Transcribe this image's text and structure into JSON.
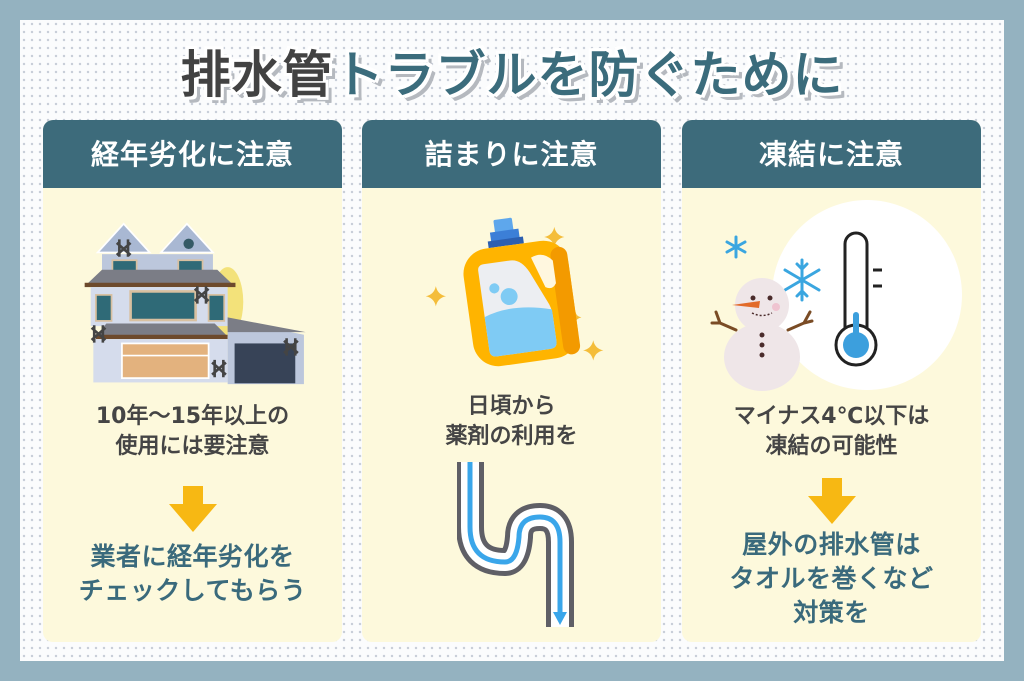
{
  "title": {
    "part_dark": "排水管",
    "part_teal": "トラブルを防ぐために"
  },
  "colors": {
    "frame": "#94b2c0",
    "header": "#3d6b7b",
    "card_bg": "#fdf9dc",
    "accent_teal": "#3b6c7c",
    "arrow_yellow": "#f7b813"
  },
  "cards": [
    {
      "header": "経年劣化に注意",
      "illustration": "aging-house-icon",
      "caption_lines": [
        "10年〜15年以上の",
        "使用には要注意"
      ],
      "action_lines": [
        "業者に経年劣化を",
        "チェックしてもらう"
      ]
    },
    {
      "header": "詰まりに注意",
      "illustration": "detergent-bottle-icon",
      "caption_lines": [
        "日頃から",
        "薬剤の利用を"
      ],
      "illustration2": "drain-pipe-icon"
    },
    {
      "header": "凍結に注意",
      "illustration": "snowman-thermometer-icon",
      "caption_lines": [
        "マイナス4℃以下は",
        "凍結の可能性"
      ],
      "action_lines": [
        "屋外の排水管は",
        "タオルを巻くなど",
        "対策を"
      ]
    }
  ]
}
